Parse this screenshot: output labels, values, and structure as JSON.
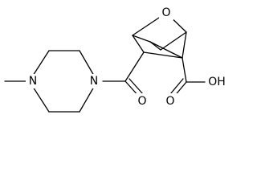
{
  "molecule": {
    "atoms": {
      "bridge_oxygen": "O",
      "piperazine_n_methyl": "N",
      "piperazine_n_acyl": "N",
      "carbonyl_oxygen": "O",
      "acid_group": "OH"
    }
  }
}
